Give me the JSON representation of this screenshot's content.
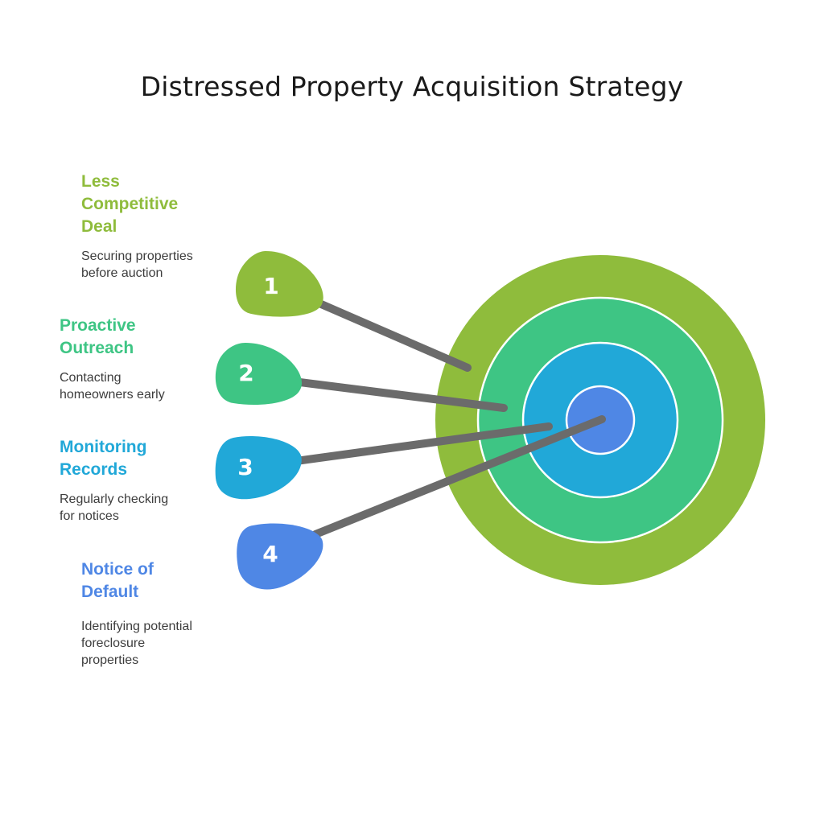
{
  "title": "Distressed Property Acquisition Strategy",
  "colors": {
    "ring_outer": "#8fbc3c",
    "ring_second": "#3ec584",
    "ring_third": "#21a8d8",
    "ring_center": "#4f87e5",
    "arrow": "#6b6b6b"
  },
  "steps": [
    {
      "number": "1",
      "heading_lines": [
        "Less",
        "Competitive",
        "Deal"
      ],
      "description_lines": [
        "Securing properties",
        "before auction"
      ],
      "color": "#8fbc3c"
    },
    {
      "number": "2",
      "heading_lines": [
        "Proactive",
        "Outreach"
      ],
      "description_lines": [
        "Contacting",
        "homeowners early"
      ],
      "color": "#3ec584"
    },
    {
      "number": "3",
      "heading_lines": [
        "Monitoring",
        "Records"
      ],
      "description_lines": [
        "Regularly checking",
        "for notices"
      ],
      "color": "#21a8d8"
    },
    {
      "number": "4",
      "heading_lines": [
        "Notice of",
        "Default"
      ],
      "description_lines": [
        "Identifying potential",
        "foreclosure",
        "properties"
      ],
      "color": "#4f87e5"
    }
  ]
}
